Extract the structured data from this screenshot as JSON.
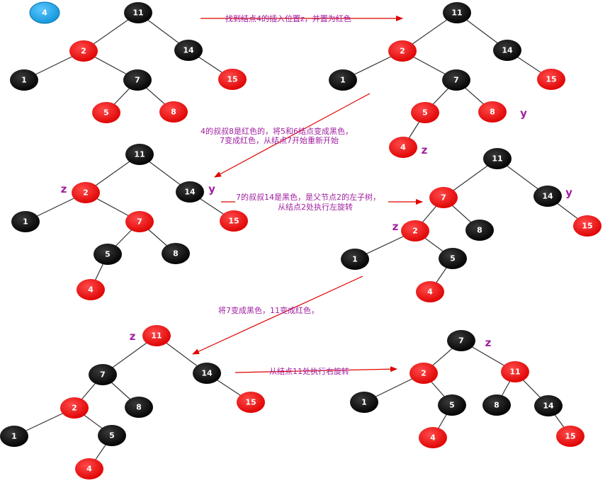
{
  "colors": {
    "black_node": "#111111",
    "red_node": "#ee0000",
    "new_node": "#1aa3e8",
    "edge": "#333333",
    "arrow": "#e00000",
    "annotation": "#a020a0"
  },
  "annotations": [
    "找到结点4的插入位置z，并置为红色",
    "4的叔叔8是红色的，将5和6结点变成黑色，",
    "7变成红色，从结点7开始重新开始",
    "7的叔叔14是黑色，是父节点2的左子树，",
    "从结点2处执行左旋转",
    "将7变成黑色，11变成红色，",
    "从结点11处执行右旋转"
  ],
  "markers": [
    "z",
    "y"
  ],
  "trees": [
    {
      "new_node": "4",
      "nodes": [
        {
          "label": "11",
          "color": "black"
        },
        {
          "label": "2",
          "color": "red"
        },
        {
          "label": "14",
          "color": "black"
        },
        {
          "label": "1",
          "color": "black"
        },
        {
          "label": "7",
          "color": "black"
        },
        {
          "label": "15",
          "color": "red"
        },
        {
          "label": "5",
          "color": "red"
        },
        {
          "label": "8",
          "color": "red"
        }
      ],
      "edges": [
        [
          "11",
          "2"
        ],
        [
          "11",
          "14"
        ],
        [
          "2",
          "1"
        ],
        [
          "2",
          "7"
        ],
        [
          "14",
          "15"
        ],
        [
          "7",
          "5"
        ],
        [
          "7",
          "8"
        ]
      ]
    },
    {
      "nodes": [
        {
          "label": "11",
          "color": "black"
        },
        {
          "label": "2",
          "color": "red"
        },
        {
          "label": "14",
          "color": "black"
        },
        {
          "label": "1",
          "color": "black"
        },
        {
          "label": "7",
          "color": "black"
        },
        {
          "label": "15",
          "color": "red"
        },
        {
          "label": "5",
          "color": "red"
        },
        {
          "label": "8",
          "color": "red"
        },
        {
          "label": "4",
          "color": "red"
        }
      ],
      "edges": [
        [
          "11",
          "2"
        ],
        [
          "11",
          "14"
        ],
        [
          "2",
          "1"
        ],
        [
          "2",
          "7"
        ],
        [
          "14",
          "15"
        ],
        [
          "7",
          "5"
        ],
        [
          "7",
          "8"
        ],
        [
          "5",
          "4"
        ]
      ],
      "marks": [
        {
          "text": "z",
          "node": "4"
        },
        {
          "text": "y",
          "node": "8"
        }
      ]
    },
    {
      "nodes": [
        {
          "label": "11",
          "color": "black"
        },
        {
          "label": "2",
          "color": "red"
        },
        {
          "label": "14",
          "color": "black"
        },
        {
          "label": "1",
          "color": "black"
        },
        {
          "label": "7",
          "color": "red"
        },
        {
          "label": "15",
          "color": "red"
        },
        {
          "label": "5",
          "color": "black"
        },
        {
          "label": "8",
          "color": "black"
        },
        {
          "label": "4",
          "color": "red"
        }
      ],
      "edges": [
        [
          "11",
          "2"
        ],
        [
          "11",
          "14"
        ],
        [
          "2",
          "1"
        ],
        [
          "2",
          "7"
        ],
        [
          "14",
          "15"
        ],
        [
          "7",
          "5"
        ],
        [
          "7",
          "8"
        ],
        [
          "5",
          "4"
        ]
      ],
      "marks": [
        {
          "text": "z",
          "node": "2"
        },
        {
          "text": "y",
          "node": "14"
        }
      ]
    },
    {
      "nodes": [
        {
          "label": "11",
          "color": "black"
        },
        {
          "label": "7",
          "color": "red"
        },
        {
          "label": "14",
          "color": "black"
        },
        {
          "label": "2",
          "color": "red"
        },
        {
          "label": "8",
          "color": "black"
        },
        {
          "label": "15",
          "color": "red"
        },
        {
          "label": "1",
          "color": "black"
        },
        {
          "label": "5",
          "color": "black"
        },
        {
          "label": "4",
          "color": "red"
        }
      ],
      "edges": [
        [
          "11",
          "7"
        ],
        [
          "11",
          "14"
        ],
        [
          "7",
          "2"
        ],
        [
          "7",
          "8"
        ],
        [
          "14",
          "15"
        ],
        [
          "2",
          "1"
        ],
        [
          "2",
          "5"
        ],
        [
          "5",
          "4"
        ]
      ],
      "marks": [
        {
          "text": "z",
          "node": "2"
        },
        {
          "text": "y",
          "node": "14"
        }
      ]
    },
    {
      "nodes": [
        {
          "label": "11",
          "color": "red"
        },
        {
          "label": "7",
          "color": "black"
        },
        {
          "label": "14",
          "color": "black"
        },
        {
          "label": "2",
          "color": "red"
        },
        {
          "label": "8",
          "color": "black"
        },
        {
          "label": "15",
          "color": "red"
        },
        {
          "label": "1",
          "color": "black"
        },
        {
          "label": "5",
          "color": "black"
        },
        {
          "label": "4",
          "color": "red"
        }
      ],
      "edges": [
        [
          "11",
          "7"
        ],
        [
          "11",
          "14"
        ],
        [
          "7",
          "2"
        ],
        [
          "7",
          "8"
        ],
        [
          "14",
          "15"
        ],
        [
          "2",
          "1"
        ],
        [
          "2",
          "5"
        ],
        [
          "5",
          "4"
        ]
      ],
      "marks": [
        {
          "text": "z",
          "node": "11"
        }
      ]
    },
    {
      "nodes": [
        {
          "label": "7",
          "color": "black"
        },
        {
          "label": "2",
          "color": "red"
        },
        {
          "label": "11",
          "color": "red"
        },
        {
          "label": "1",
          "color": "black"
        },
        {
          "label": "5",
          "color": "black"
        },
        {
          "label": "8",
          "color": "black"
        },
        {
          "label": "14",
          "color": "black"
        },
        {
          "label": "4",
          "color": "red"
        },
        {
          "label": "15",
          "color": "red"
        }
      ],
      "edges": [
        [
          "7",
          "2"
        ],
        [
          "7",
          "11"
        ],
        [
          "2",
          "1"
        ],
        [
          "2",
          "5"
        ],
        [
          "11",
          "8"
        ],
        [
          "11",
          "14"
        ],
        [
          "5",
          "4"
        ],
        [
          "14",
          "15"
        ]
      ],
      "marks": [
        {
          "text": "z",
          "node": "7"
        }
      ]
    }
  ]
}
